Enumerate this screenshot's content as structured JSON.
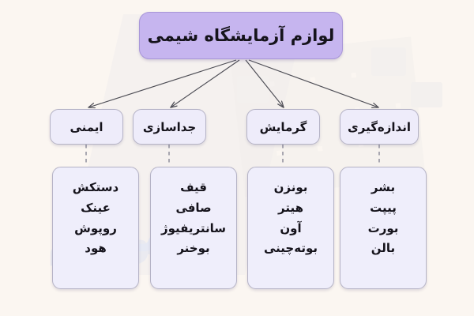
{
  "title": "نمودار درختی لوازم آزمایشگاه شیمی",
  "colors": {
    "background": "#fbf6f1",
    "root_fill": "#c6b5ef",
    "root_border": "#a896d8",
    "node_fill": "#eeecfa",
    "node_border": "#b5b3c6",
    "text": "#15131b",
    "connector": "#4d4d55",
    "dashed_connector": "#9b9aa6"
  },
  "root": {
    "label": "لوازم آزمایشگاه شیمی"
  },
  "watermark": {
    "text_big": "آزما",
    "text_mid": "لوازم"
  },
  "branches": [
    {
      "id": "safety",
      "category": "ایمنی",
      "items": [
        "دستکش",
        "عینک",
        "روپوش",
        "هود"
      ]
    },
    {
      "id": "separation",
      "category": "جداسازی",
      "items": [
        "قیف",
        "صافی",
        "سانتریفیوژ",
        "بوخنر"
      ]
    },
    {
      "id": "heating",
      "category": "گرمایش",
      "items": [
        "بونزن",
        "هیتر",
        "آون",
        "بوته‌چینی"
      ]
    },
    {
      "id": "measurement",
      "category": "اندازه‌گیری",
      "items": [
        "بشر",
        "پیپت",
        "بورت",
        "بالن"
      ]
    }
  ]
}
